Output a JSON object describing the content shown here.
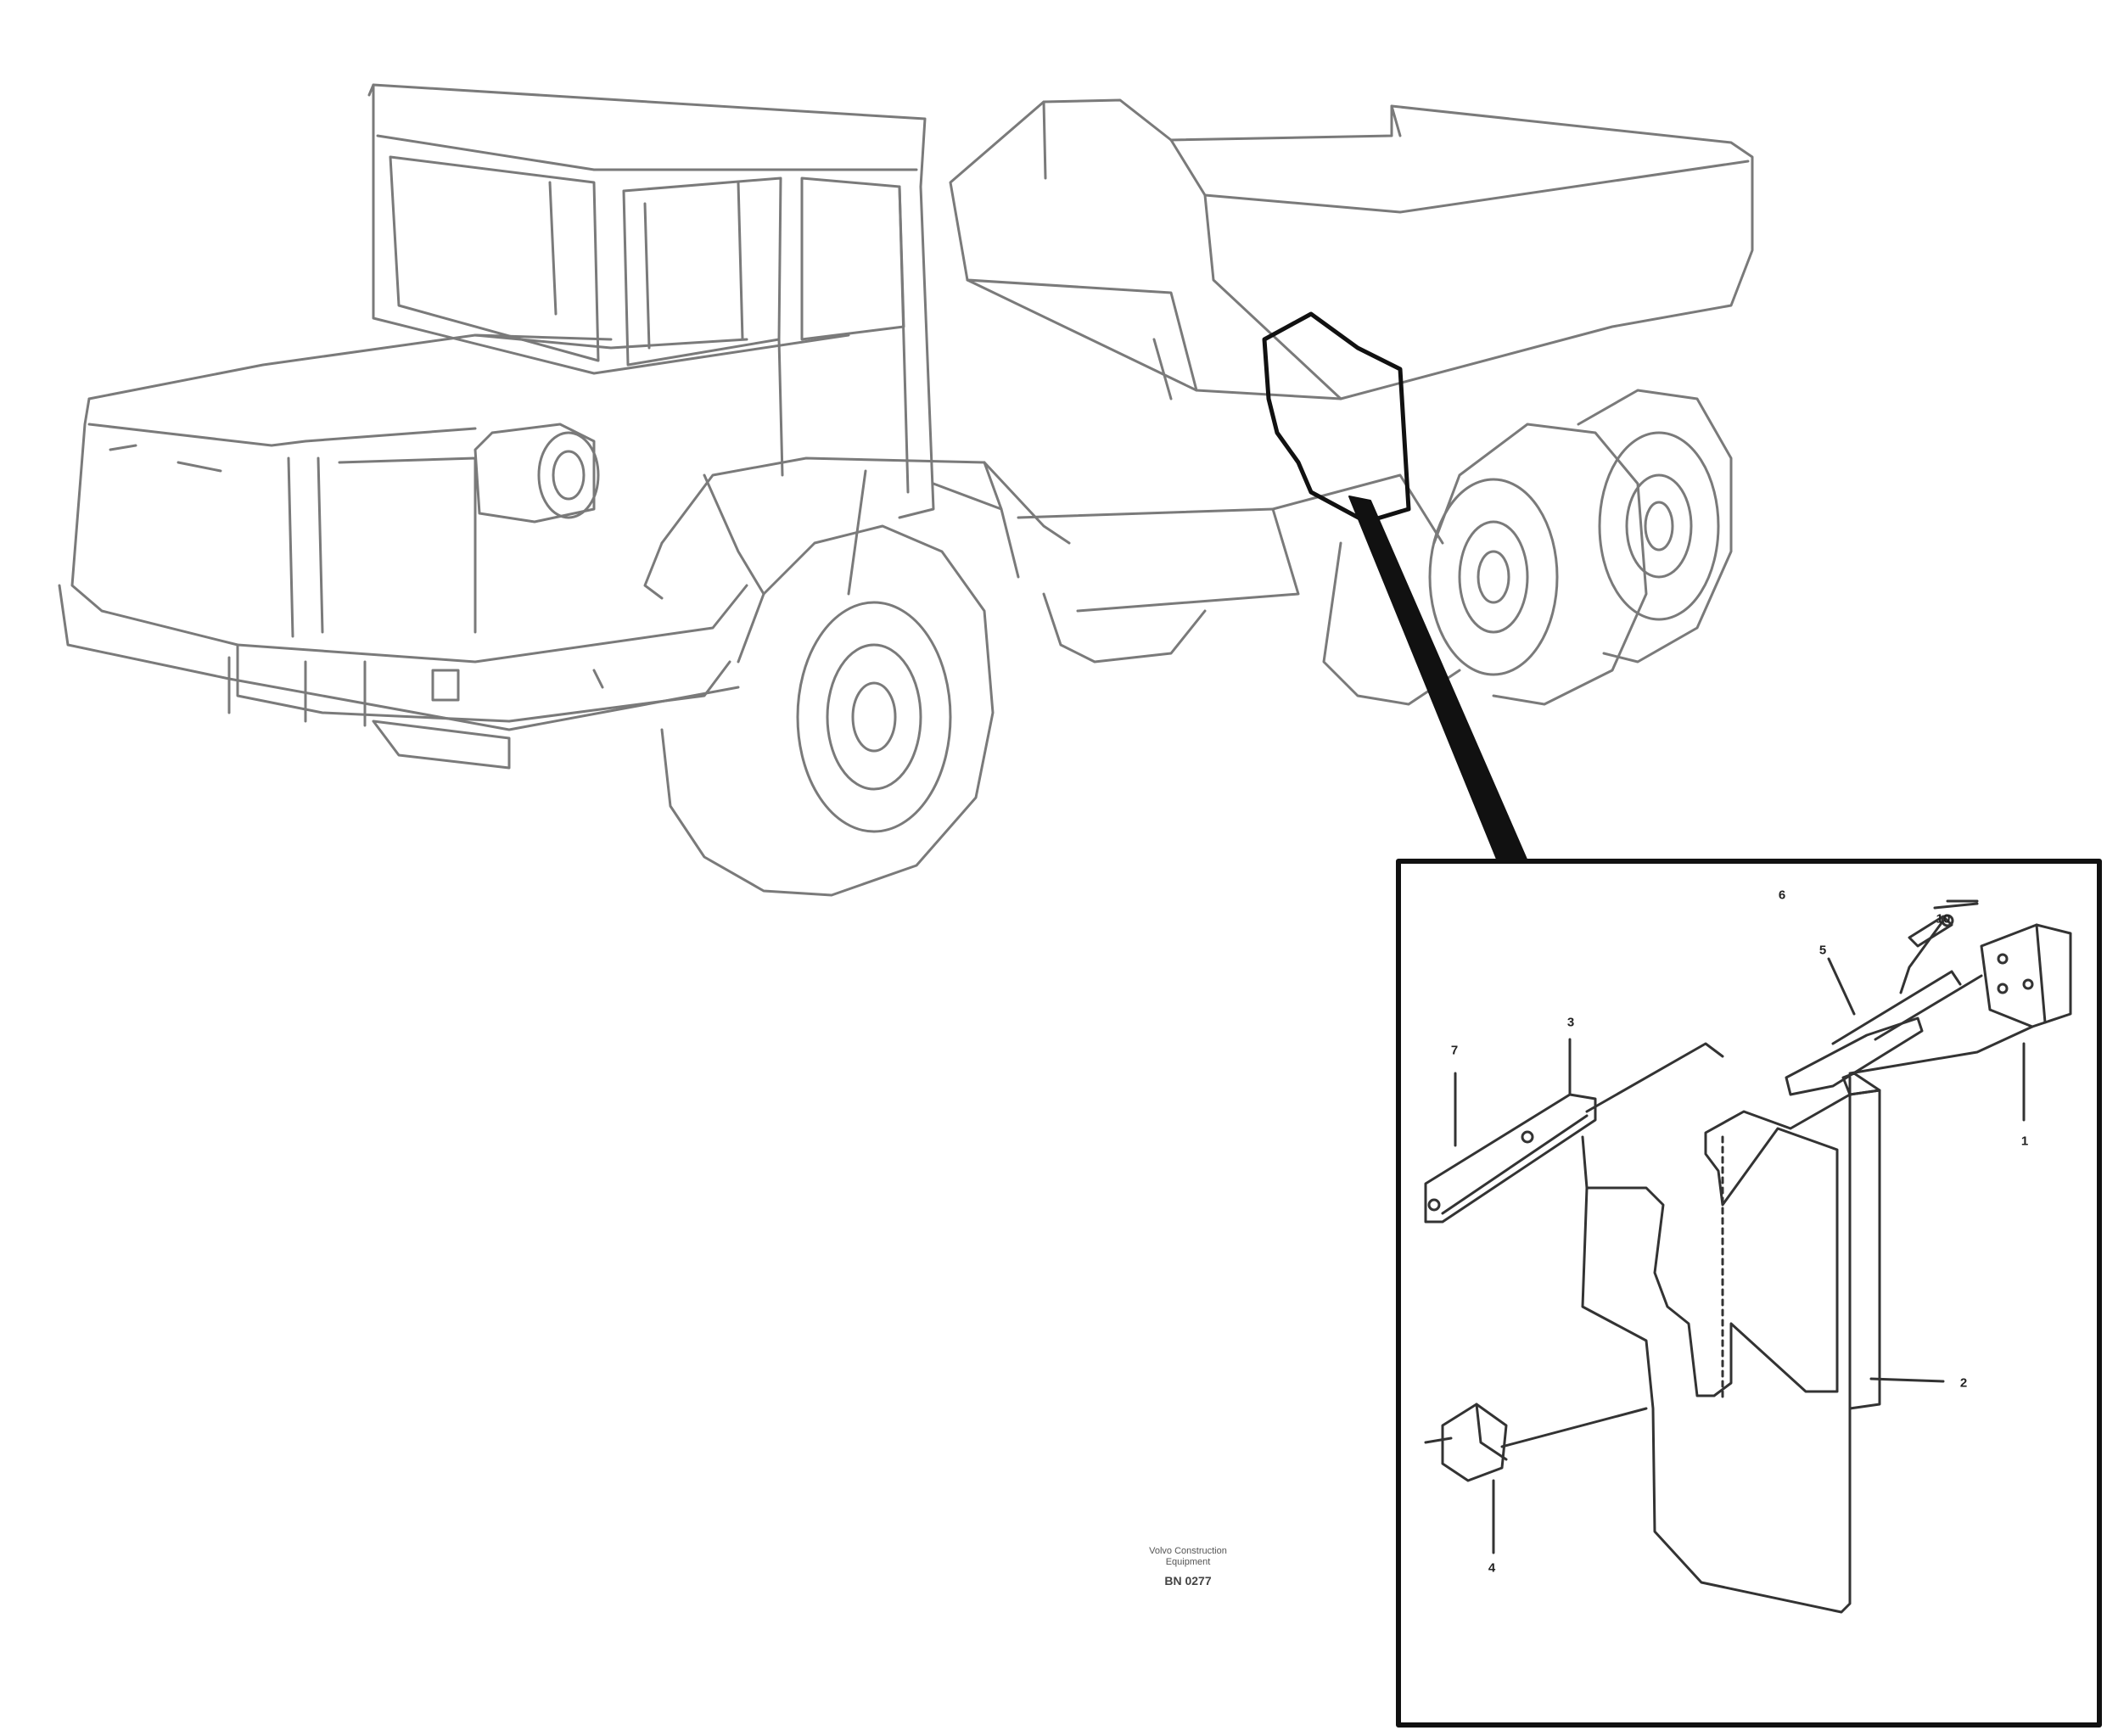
{
  "callouts": [
    "6",
    "10",
    "5",
    "1",
    "7",
    "3",
    "2",
    "4"
  ],
  "stamp": {
    "line1": "Volvo Construction",
    "line2": "Equipment",
    "figure_id": "BN 0277"
  }
}
